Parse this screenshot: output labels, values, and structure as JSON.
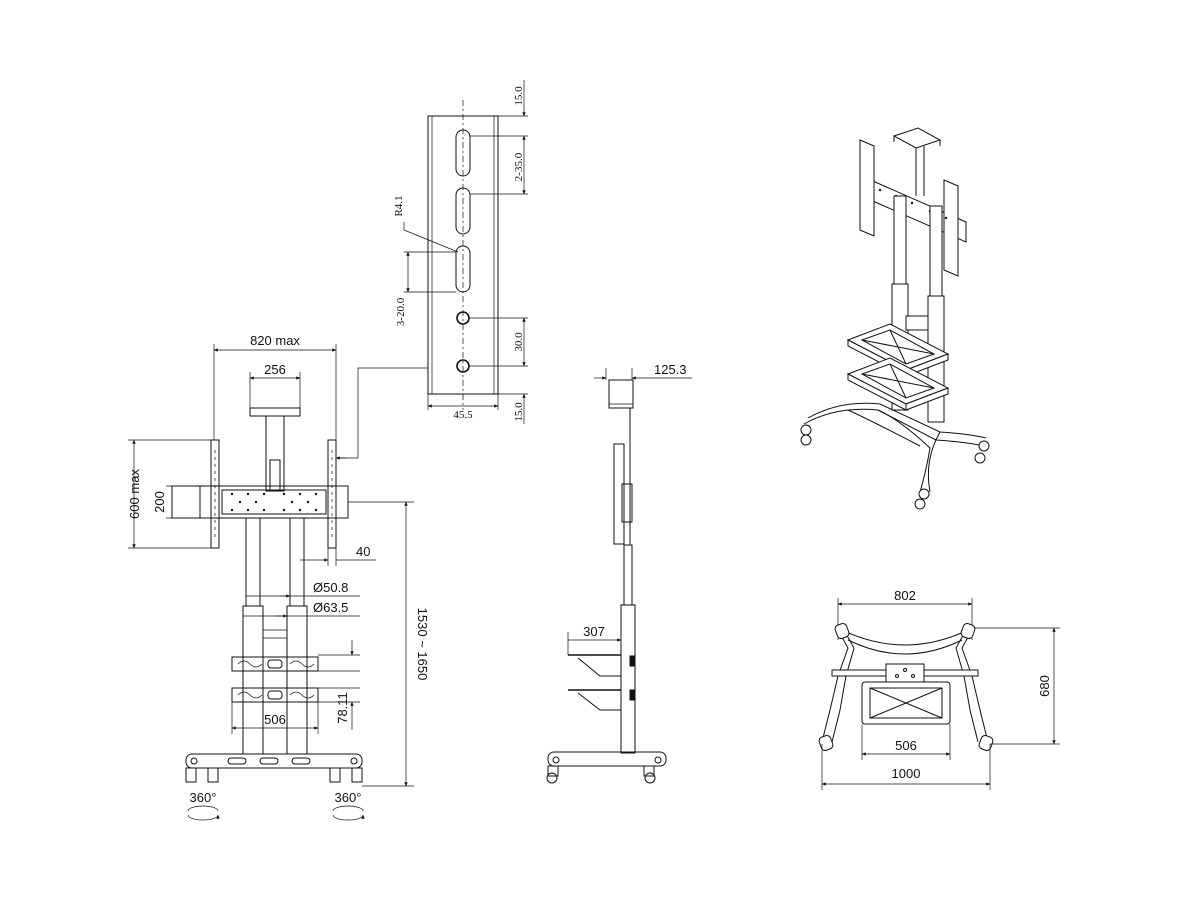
{
  "front_view": {
    "width_label": "820 max",
    "top_bracket_label": "256",
    "height_label": "600 max",
    "inner_height_label": "200",
    "offset_label": "40",
    "pole_diameter_upper": "Ø50.8",
    "pole_diameter_lower": "Ø63.5",
    "shelf_spacing_label": "78.11",
    "shelf_width_label": "506",
    "total_height_label": "1530 ~ 1650",
    "caster_left_label": "360°",
    "caster_right_label": "360°"
  },
  "detail_view": {
    "top_label": "15.0",
    "slot_label": "2-35.0",
    "radius_label": "R4.1",
    "slot_pitch_label": "3-20.0",
    "hole_pitch_label": "30.0",
    "bottom_label": "15.0",
    "width_label": "45.5"
  },
  "side_view": {
    "top_label": "125.3",
    "shelf_depth_label": "307"
  },
  "base_view": {
    "width_label": "802",
    "depth_label": "680",
    "shelf_width_label": "506",
    "total_width_label": "1000"
  }
}
